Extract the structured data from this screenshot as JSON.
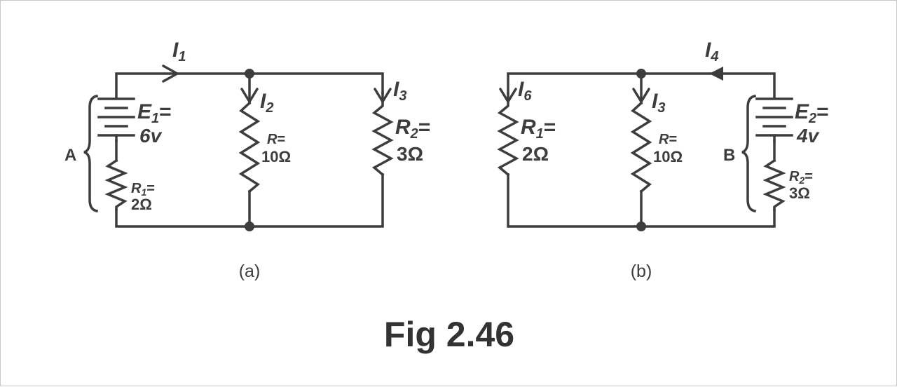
{
  "figure_title": "Fig 2.46",
  "circuit_a": {
    "caption": "(a)",
    "group_label": "A",
    "currents": {
      "i1": "I",
      "i1_sub": "1",
      "i2": "I",
      "i2_sub": "2",
      "i3": "I",
      "i3_sub": "3"
    },
    "source": {
      "name": "E",
      "sub": "1",
      "eq": "=",
      "value": "6v"
    },
    "r1": {
      "name": "R",
      "sub": "1",
      "eq": "=",
      "value": "2Ω"
    },
    "r_mid": {
      "name": "R",
      "eq": "=",
      "value": "10Ω"
    },
    "r2": {
      "name": "R",
      "sub": "2",
      "eq": "=",
      "value": "3Ω"
    }
  },
  "circuit_b": {
    "caption": "(b)",
    "group_label": "B",
    "currents": {
      "i4": "I",
      "i4_sub": "4",
      "i6": "I",
      "i6_sub": "6",
      "i3": "I",
      "i3_sub": "3"
    },
    "source": {
      "name": "E",
      "sub": "2",
      "eq": "=",
      "value": "4v"
    },
    "r1": {
      "name": "R",
      "sub": "1",
      "eq": "=",
      "value": "2Ω"
    },
    "r_mid": {
      "name": "R",
      "eq": "=",
      "value": "10Ω"
    },
    "r2": {
      "name": "R",
      "sub": "2",
      "eq": "=",
      "value": "3Ω"
    }
  }
}
